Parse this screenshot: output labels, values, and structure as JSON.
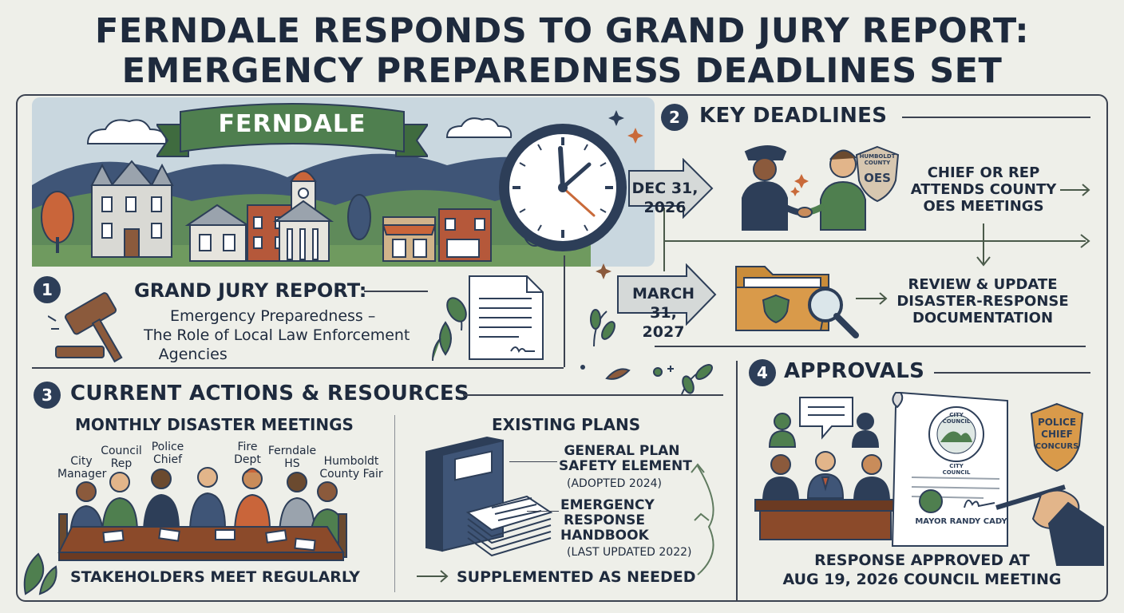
{
  "title": {
    "line1": "FERNDALE RESPONDS TO GRAND JURY REPORT:",
    "line2": "EMERGENCY PREPAREDNESS DEADLINES SET"
  },
  "banner": {
    "town_name": "FERNDALE"
  },
  "section1": {
    "number": "1",
    "heading": "GRAND JURY REPORT:",
    "subtitle_line1": "Emergency Preparedness –",
    "subtitle_line2": "The Role of Local Law Enforcement",
    "subtitle_line3": "Agencies"
  },
  "section2": {
    "number": "2",
    "heading": "KEY DEADLINES",
    "deadline1": {
      "date_line1": "DEC 31,",
      "date_line2": "2026",
      "task_line1": "CHIEF OR REP",
      "task_line2": "ATTENDS COUNTY",
      "task_line3": "OES MEETINGS",
      "badge_top": "HUMBOLDT COUNTY",
      "badge_main": "OES"
    },
    "deadline2": {
      "date_line1": "MARCH 31,",
      "date_line2": "2027",
      "task_line1": "REVIEW & UPDATE",
      "task_line2": "DISASTER-RESPONSE",
      "task_line3": "DOCUMENTATION"
    }
  },
  "section3": {
    "number": "3",
    "heading": "CURRENT ACTIONS & RESOURCES",
    "meetings": {
      "heading": "MONTHLY DISASTER MEETINGS",
      "stakeholders": [
        {
          "line1": "City",
          "line2": "Manager"
        },
        {
          "line1": "Council",
          "line2": "Rep"
        },
        {
          "line1": "Police",
          "line2": "Chief"
        },
        {
          "line1": "Fire",
          "line2": "Dept"
        },
        {
          "line1": "Ferndale",
          "line2": "HS"
        },
        {
          "line1": "Humboldt",
          "line2": "County Fair"
        }
      ],
      "footer": "STAKEHOLDERS MEET REGULARLY"
    },
    "plans": {
      "heading": "EXISTING PLANS",
      "plan1_line1": "GENERAL PLAN",
      "plan1_line2": "SAFETY ELEMENT",
      "plan1_note": "(ADOPTED 2024)",
      "plan2_line1": "EMERGENCY",
      "plan2_line2": "RESPONSE",
      "plan2_line3": "HANDBOOK",
      "plan2_note": "(LAST UPDATED 2022)",
      "footer": "SUPPLEMENTED AS NEEDED"
    }
  },
  "section4": {
    "number": "4",
    "heading": "APPROVALS",
    "seal_top": "CITY COUNCIL",
    "seal_bottom": "CITY COUNCIL",
    "signer": "MAYOR RANDY CADY",
    "badge_line1": "POLICE",
    "badge_line2": "CHIEF",
    "badge_line3": "CONCURS",
    "footer_line1": "RESPONSE APPROVED AT",
    "footer_line2": "AUG 19, 2026 COUNCIL MEETING"
  },
  "colors": {
    "navy": "#2d3e58",
    "green": "#4f7f4f",
    "brown": "#8b5a3c",
    "orange": "#c96a3a",
    "tan": "#d7c7b0"
  }
}
